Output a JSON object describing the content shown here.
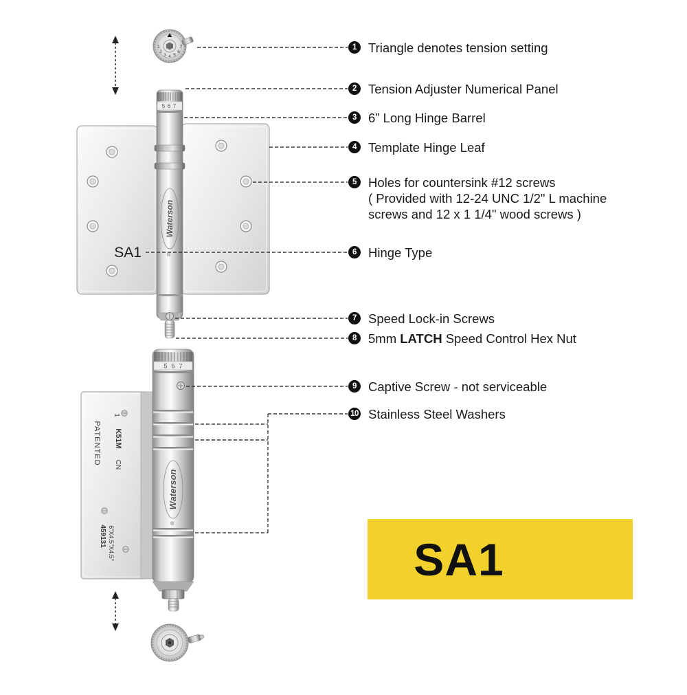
{
  "callouts": [
    {
      "num": "1",
      "text": "Triangle denotes tension setting"
    },
    {
      "num": "2",
      "text": "Tension Adjuster Numerical Panel"
    },
    {
      "num": "3",
      "text": "6” Long Hinge Barrel"
    },
    {
      "num": "4",
      "text": "Template Hinge Leaf"
    },
    {
      "num": "5",
      "text": "Holes for countersink #12 screws",
      "line2": "( Provided with 12-24 UNC 1/2\" L machine",
      "line3": "screws and 12 x 1 1/4\" wood screws )"
    },
    {
      "num": "6",
      "text": "Hinge Type"
    },
    {
      "num": "7",
      "text": "Speed Lock-in Screws"
    },
    {
      "num": "8",
      "pre": "5mm ",
      "bold": "LATCH",
      "post": " Speed Control Hex Nut"
    },
    {
      "num": "9",
      "text": "Captive Screw - not serviceable"
    },
    {
      "num": "10",
      "text": "Stainless Steel Washers"
    }
  ],
  "labels": {
    "hinge_type": "SA1",
    "product_code": "SA1",
    "brand": "Waterson",
    "registered": "®",
    "patented": "PATENTED",
    "leaf_num": "1",
    "model": "K51M",
    "origin": "CN",
    "serial": "459131",
    "dimensions": "6\"X4.5\"X4.5\""
  },
  "caps": {
    "digits": [
      "1",
      "2",
      "3",
      "4",
      "5",
      "6",
      "7"
    ]
  },
  "colors": {
    "badge_bg": "#111111",
    "text": "#1a1a1a",
    "yellow_panel": "#F2D12D"
  }
}
